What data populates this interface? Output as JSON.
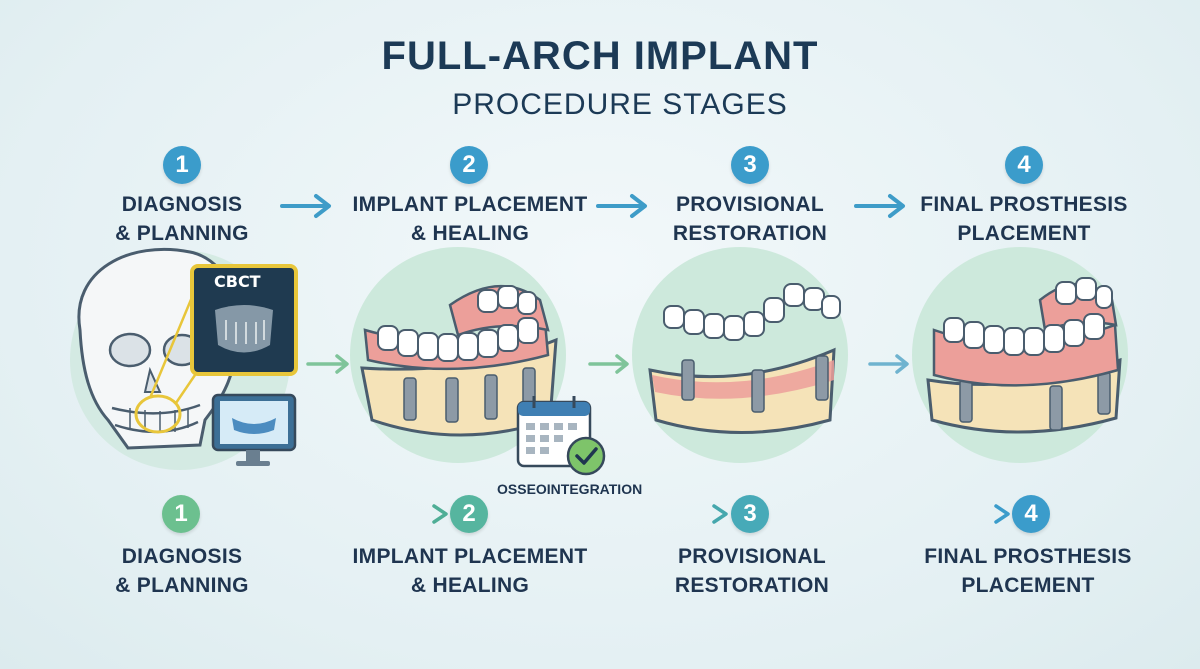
{
  "header": {
    "title": "FULL-ARCH IMPLANT",
    "subtitle": "PROCEDURE STAGES"
  },
  "steps_top": [
    {
      "number": "1",
      "line1": "DIAGNOSIS",
      "line2": "& PLANNING"
    },
    {
      "number": "2",
      "line1": "IMPLANT PLACEMENT",
      "line2": "& HEALING"
    },
    {
      "number": "3",
      "line1": "PROVISIONAL",
      "line2": "RESTORATION"
    },
    {
      "number": "4",
      "line1": "FINAL PROSTHESIS",
      "line2": "PLACEMENT"
    }
  ],
  "steps_bottom": [
    {
      "number": "1",
      "line1": "DIAGNOSIS",
      "line2": "& PLANNING"
    },
    {
      "number": "2",
      "line1": "IMPLANT PLACEMENT",
      "line2": "& HEALING"
    },
    {
      "number": "3",
      "line1": "PROVISIONAL",
      "line2": "RESTORATION"
    },
    {
      "number": "4",
      "line1": "FINAL PROSTHESIS",
      "line2": "PLACEMENT"
    }
  ],
  "annotations": {
    "cbct": "CBCT",
    "osseointegration": "OSSEOINTEGRATION"
  },
  "icons": [
    "skull-icon",
    "cbct-scan-icon",
    "monitor-icon",
    "calendar-icon",
    "check-icon",
    "implant-icon",
    "denture-icon",
    "arrow-right-icon"
  ],
  "colors": {
    "title": "#1c3a56",
    "step_blue": "#3b9ccb",
    "step_green": "#5dbb8a",
    "gum": "#ec9f9a",
    "bone": "#f3dfb3",
    "highlight": "#e8c63a"
  }
}
